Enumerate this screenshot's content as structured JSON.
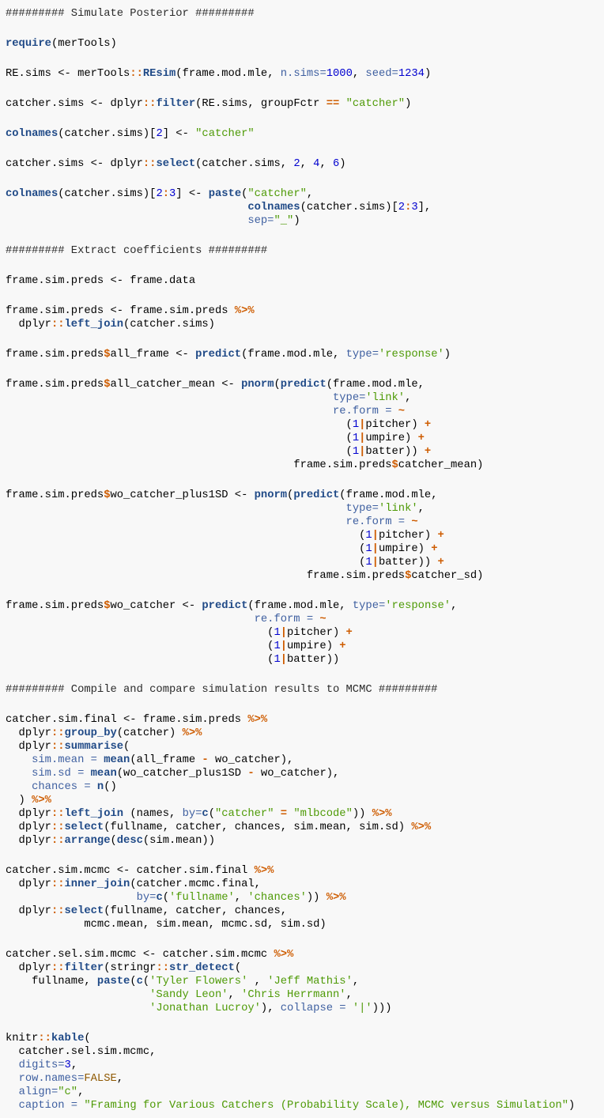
{
  "code": {
    "language": "r",
    "lines": [
      [
        [
          "c",
          "######### Simulate Posterior #########"
        ]
      ],
      [],
      [
        [
          "f",
          "require"
        ],
        [
          "t",
          "(merTools)"
        ]
      ],
      [],
      [
        [
          "t",
          "RE.sims <- merTools"
        ],
        [
          "o",
          "::"
        ],
        [
          "f",
          "REsim"
        ],
        [
          "t",
          "(frame.mod.mle, "
        ],
        [
          "a",
          "n.sims="
        ],
        [
          "n",
          "1000"
        ],
        [
          "t",
          ", "
        ],
        [
          "a",
          "seed="
        ],
        [
          "n",
          "1234"
        ],
        [
          "t",
          ")"
        ]
      ],
      [],
      [
        [
          "t",
          "catcher.sims <- dplyr"
        ],
        [
          "o",
          "::"
        ],
        [
          "f",
          "filter"
        ],
        [
          "t",
          "(RE.sims, groupFctr "
        ],
        [
          "o",
          "=="
        ],
        [
          "t",
          " "
        ],
        [
          "s",
          "\"catcher\""
        ],
        [
          "t",
          ")"
        ]
      ],
      [],
      [
        [
          "f",
          "colnames"
        ],
        [
          "t",
          "(catcher.sims)["
        ],
        [
          "n",
          "2"
        ],
        [
          "t",
          "] <- "
        ],
        [
          "s",
          "\"catcher\""
        ]
      ],
      [],
      [
        [
          "t",
          "catcher.sims <- dplyr"
        ],
        [
          "o",
          "::"
        ],
        [
          "f",
          "select"
        ],
        [
          "t",
          "(catcher.sims, "
        ],
        [
          "n",
          "2"
        ],
        [
          "t",
          ", "
        ],
        [
          "n",
          "4"
        ],
        [
          "t",
          ", "
        ],
        [
          "n",
          "6"
        ],
        [
          "t",
          ")"
        ]
      ],
      [],
      [
        [
          "f",
          "colnames"
        ],
        [
          "t",
          "(catcher.sims)["
        ],
        [
          "n",
          "2"
        ],
        [
          "o",
          ":"
        ],
        [
          "n",
          "3"
        ],
        [
          "t",
          "] <- "
        ],
        [
          "f",
          "paste"
        ],
        [
          "t",
          "("
        ],
        [
          "s",
          "\"catcher\""
        ],
        [
          "t",
          ","
        ]
      ],
      [
        [
          "t",
          "                                     "
        ],
        [
          "f",
          "colnames"
        ],
        [
          "t",
          "(catcher.sims)["
        ],
        [
          "n",
          "2"
        ],
        [
          "o",
          ":"
        ],
        [
          "n",
          "3"
        ],
        [
          "t",
          "],"
        ]
      ],
      [
        [
          "t",
          "                                     "
        ],
        [
          "a",
          "sep="
        ],
        [
          "s",
          "\"_\""
        ],
        [
          "t",
          ")"
        ]
      ],
      [],
      [
        [
          "c",
          "######### Extract coefficients #########"
        ]
      ],
      [],
      [
        [
          "t",
          "frame.sim.preds <- frame.data"
        ]
      ],
      [],
      [
        [
          "t",
          "frame.sim.preds <- frame.sim.preds "
        ],
        [
          "o",
          "%>%"
        ]
      ],
      [
        [
          "t",
          "  dplyr"
        ],
        [
          "o",
          "::"
        ],
        [
          "f",
          "left_join"
        ],
        [
          "t",
          "(catcher.sims)"
        ]
      ],
      [],
      [
        [
          "t",
          "frame.sim.preds"
        ],
        [
          "o",
          "$"
        ],
        [
          "t",
          "all_frame <- "
        ],
        [
          "f",
          "predict"
        ],
        [
          "t",
          "(frame.mod.mle, "
        ],
        [
          "a",
          "type="
        ],
        [
          "s",
          "'response'"
        ],
        [
          "t",
          ")"
        ]
      ],
      [],
      [
        [
          "t",
          "frame.sim.preds"
        ],
        [
          "o",
          "$"
        ],
        [
          "t",
          "all_catcher_mean <- "
        ],
        [
          "f",
          "pnorm"
        ],
        [
          "t",
          "("
        ],
        [
          "f",
          "predict"
        ],
        [
          "t",
          "(frame.mod.mle,"
        ]
      ],
      [
        [
          "t",
          "                                                  "
        ],
        [
          "a",
          "type="
        ],
        [
          "s",
          "'link'"
        ],
        [
          "t",
          ","
        ]
      ],
      [
        [
          "t",
          "                                                  "
        ],
        [
          "a",
          "re.form ="
        ],
        [
          "t",
          " "
        ],
        [
          "o",
          "~"
        ]
      ],
      [
        [
          "t",
          "                                                    ("
        ],
        [
          "n",
          "1"
        ],
        [
          "o",
          "|"
        ],
        [
          "t",
          "pitcher) "
        ],
        [
          "o",
          "+"
        ]
      ],
      [
        [
          "t",
          "                                                    ("
        ],
        [
          "n",
          "1"
        ],
        [
          "o",
          "|"
        ],
        [
          "t",
          "umpire) "
        ],
        [
          "o",
          "+"
        ]
      ],
      [
        [
          "t",
          "                                                    ("
        ],
        [
          "n",
          "1"
        ],
        [
          "o",
          "|"
        ],
        [
          "t",
          "batter)) "
        ],
        [
          "o",
          "+"
        ]
      ],
      [
        [
          "t",
          "                                            frame.sim.preds"
        ],
        [
          "o",
          "$"
        ],
        [
          "t",
          "catcher_mean)"
        ]
      ],
      [],
      [
        [
          "t",
          "frame.sim.preds"
        ],
        [
          "o",
          "$"
        ],
        [
          "t",
          "wo_catcher_plus1SD <- "
        ],
        [
          "f",
          "pnorm"
        ],
        [
          "t",
          "("
        ],
        [
          "f",
          "predict"
        ],
        [
          "t",
          "(frame.mod.mle,"
        ]
      ],
      [
        [
          "t",
          "                                                    "
        ],
        [
          "a",
          "type="
        ],
        [
          "s",
          "'link'"
        ],
        [
          "t",
          ","
        ]
      ],
      [
        [
          "t",
          "                                                    "
        ],
        [
          "a",
          "re.form ="
        ],
        [
          "t",
          " "
        ],
        [
          "o",
          "~"
        ]
      ],
      [
        [
          "t",
          "                                                      ("
        ],
        [
          "n",
          "1"
        ],
        [
          "o",
          "|"
        ],
        [
          "t",
          "pitcher) "
        ],
        [
          "o",
          "+"
        ]
      ],
      [
        [
          "t",
          "                                                      ("
        ],
        [
          "n",
          "1"
        ],
        [
          "o",
          "|"
        ],
        [
          "t",
          "umpire) "
        ],
        [
          "o",
          "+"
        ]
      ],
      [
        [
          "t",
          "                                                      ("
        ],
        [
          "n",
          "1"
        ],
        [
          "o",
          "|"
        ],
        [
          "t",
          "batter)) "
        ],
        [
          "o",
          "+"
        ]
      ],
      [
        [
          "t",
          "                                              frame.sim.preds"
        ],
        [
          "o",
          "$"
        ],
        [
          "t",
          "catcher_sd)"
        ]
      ],
      [],
      [
        [
          "t",
          "frame.sim.preds"
        ],
        [
          "o",
          "$"
        ],
        [
          "t",
          "wo_catcher <- "
        ],
        [
          "f",
          "predict"
        ],
        [
          "t",
          "(frame.mod.mle, "
        ],
        [
          "a",
          "type="
        ],
        [
          "s",
          "'response'"
        ],
        [
          "t",
          ","
        ]
      ],
      [
        [
          "t",
          "                                      "
        ],
        [
          "a",
          "re.form ="
        ],
        [
          "t",
          " "
        ],
        [
          "o",
          "~"
        ]
      ],
      [
        [
          "t",
          "                                        ("
        ],
        [
          "n",
          "1"
        ],
        [
          "o",
          "|"
        ],
        [
          "t",
          "pitcher) "
        ],
        [
          "o",
          "+"
        ]
      ],
      [
        [
          "t",
          "                                        ("
        ],
        [
          "n",
          "1"
        ],
        [
          "o",
          "|"
        ],
        [
          "t",
          "umpire) "
        ],
        [
          "o",
          "+"
        ]
      ],
      [
        [
          "t",
          "                                        ("
        ],
        [
          "n",
          "1"
        ],
        [
          "o",
          "|"
        ],
        [
          "t",
          "batter))"
        ]
      ],
      [],
      [
        [
          "c",
          "######### Compile and compare simulation results to MCMC #########"
        ]
      ],
      [],
      [
        [
          "t",
          "catcher.sim.final <- frame.sim.preds "
        ],
        [
          "o",
          "%>%"
        ]
      ],
      [
        [
          "t",
          "  dplyr"
        ],
        [
          "o",
          "::"
        ],
        [
          "f",
          "group_by"
        ],
        [
          "t",
          "(catcher) "
        ],
        [
          "o",
          "%>%"
        ]
      ],
      [
        [
          "t",
          "  dplyr"
        ],
        [
          "o",
          "::"
        ],
        [
          "f",
          "summarise"
        ],
        [
          "t",
          "("
        ]
      ],
      [
        [
          "t",
          "    "
        ],
        [
          "a",
          "sim.mean ="
        ],
        [
          "t",
          " "
        ],
        [
          "f",
          "mean"
        ],
        [
          "t",
          "(all_frame "
        ],
        [
          "o",
          "-"
        ],
        [
          "t",
          " wo_catcher),"
        ]
      ],
      [
        [
          "t",
          "    "
        ],
        [
          "a",
          "sim.sd ="
        ],
        [
          "t",
          " "
        ],
        [
          "f",
          "mean"
        ],
        [
          "t",
          "(wo_catcher_plus1SD "
        ],
        [
          "o",
          "-"
        ],
        [
          "t",
          " wo_catcher),"
        ]
      ],
      [
        [
          "t",
          "    "
        ],
        [
          "a",
          "chances ="
        ],
        [
          "t",
          " "
        ],
        [
          "f",
          "n"
        ],
        [
          "t",
          "()"
        ]
      ],
      [
        [
          "t",
          "  ) "
        ],
        [
          "o",
          "%>%"
        ]
      ],
      [
        [
          "t",
          "  dplyr"
        ],
        [
          "o",
          "::"
        ],
        [
          "f",
          "left_join"
        ],
        [
          "t",
          " (names, "
        ],
        [
          "a",
          "by="
        ],
        [
          "f",
          "c"
        ],
        [
          "t",
          "("
        ],
        [
          "s",
          "\"catcher\""
        ],
        [
          "t",
          " "
        ],
        [
          "o",
          "="
        ],
        [
          "t",
          " "
        ],
        [
          "s",
          "\"mlbcode\""
        ],
        [
          "t",
          ")) "
        ],
        [
          "o",
          "%>%"
        ]
      ],
      [
        [
          "t",
          "  dplyr"
        ],
        [
          "o",
          "::"
        ],
        [
          "f",
          "select"
        ],
        [
          "t",
          "(fullname, catcher, chances, sim.mean, sim.sd) "
        ],
        [
          "o",
          "%>%"
        ]
      ],
      [
        [
          "t",
          "  dplyr"
        ],
        [
          "o",
          "::"
        ],
        [
          "f",
          "arrange"
        ],
        [
          "t",
          "("
        ],
        [
          "f",
          "desc"
        ],
        [
          "t",
          "(sim.mean))"
        ]
      ],
      [],
      [
        [
          "t",
          "catcher.sim.mcmc <- catcher.sim.final "
        ],
        [
          "o",
          "%>%"
        ]
      ],
      [
        [
          "t",
          "  dplyr"
        ],
        [
          "o",
          "::"
        ],
        [
          "f",
          "inner_join"
        ],
        [
          "t",
          "(catcher.mcmc.final,"
        ]
      ],
      [
        [
          "t",
          "                    "
        ],
        [
          "a",
          "by="
        ],
        [
          "f",
          "c"
        ],
        [
          "t",
          "("
        ],
        [
          "s",
          "'fullname'"
        ],
        [
          "t",
          ", "
        ],
        [
          "s",
          "'chances'"
        ],
        [
          "t",
          ")) "
        ],
        [
          "o",
          "%>%"
        ]
      ],
      [
        [
          "t",
          "  dplyr"
        ],
        [
          "o",
          "::"
        ],
        [
          "f",
          "select"
        ],
        [
          "t",
          "(fullname, catcher, chances,"
        ]
      ],
      [
        [
          "t",
          "            mcmc.mean, sim.mean, mcmc.sd, sim.sd)"
        ]
      ],
      [],
      [
        [
          "t",
          "catcher.sel.sim.mcmc <- catcher.sim.mcmc "
        ],
        [
          "o",
          "%>%"
        ]
      ],
      [
        [
          "t",
          "  dplyr"
        ],
        [
          "o",
          "::"
        ],
        [
          "f",
          "filter"
        ],
        [
          "t",
          "(stringr"
        ],
        [
          "o",
          "::"
        ],
        [
          "f",
          "str_detect"
        ],
        [
          "t",
          "("
        ]
      ],
      [
        [
          "t",
          "    fullname, "
        ],
        [
          "f",
          "paste"
        ],
        [
          "t",
          "("
        ],
        [
          "f",
          "c"
        ],
        [
          "t",
          "("
        ],
        [
          "s",
          "'Tyler Flowers'"
        ],
        [
          "t",
          " , "
        ],
        [
          "s",
          "'Jeff Mathis'"
        ],
        [
          "t",
          ","
        ]
      ],
      [
        [
          "t",
          "                      "
        ],
        [
          "s",
          "'Sandy Leon'"
        ],
        [
          "t",
          ", "
        ],
        [
          "s",
          "'Chris Herrmann'"
        ],
        [
          "t",
          ","
        ]
      ],
      [
        [
          "t",
          "                      "
        ],
        [
          "s",
          "'Jonathan Lucroy'"
        ],
        [
          "t",
          "), "
        ],
        [
          "a",
          "collapse ="
        ],
        [
          "t",
          " "
        ],
        [
          "s",
          "'|'"
        ],
        [
          "t",
          ")))"
        ]
      ],
      [],
      [
        [
          "t",
          "knitr"
        ],
        [
          "o",
          "::"
        ],
        [
          "f",
          "kable"
        ],
        [
          "t",
          "("
        ]
      ],
      [
        [
          "t",
          "  catcher.sel.sim.mcmc,"
        ]
      ],
      [
        [
          "t",
          "  "
        ],
        [
          "a",
          "digits="
        ],
        [
          "n",
          "3"
        ],
        [
          "t",
          ","
        ]
      ],
      [
        [
          "t",
          "  "
        ],
        [
          "a",
          "row.names="
        ],
        [
          "k",
          "FALSE"
        ],
        [
          "t",
          ","
        ]
      ],
      [
        [
          "t",
          "  "
        ],
        [
          "a",
          "align="
        ],
        [
          "s",
          "\"c\""
        ],
        [
          "t",
          ","
        ]
      ],
      [
        [
          "t",
          "  "
        ],
        [
          "a",
          "caption ="
        ],
        [
          "t",
          " "
        ],
        [
          "s",
          "\"Framing for Various Catchers (Probability Scale), MCMC versus Simulation\""
        ],
        [
          "t",
          ")"
        ]
      ]
    ]
  }
}
